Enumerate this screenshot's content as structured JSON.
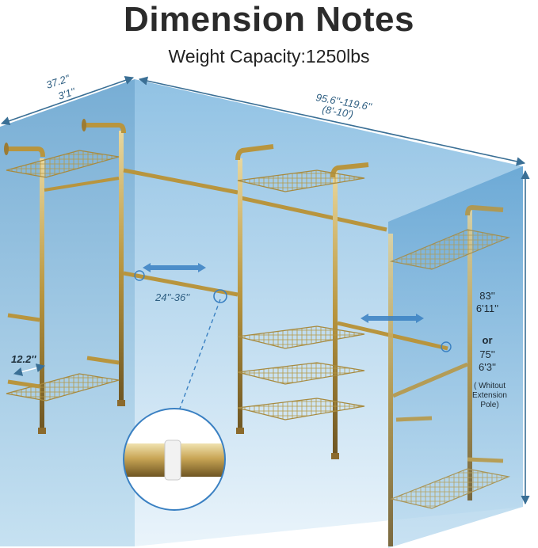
{
  "title": "Dimension Notes",
  "subtitle": "Weight Capacity:1250lbs",
  "dimensions": {
    "depth_in": "37.2''",
    "depth_ft": "3'1''",
    "width_in": "95.6''-119.6''",
    "width_ft": "(8'-10')",
    "shelf_depth": "12.2''",
    "rod_adjust": "24''-36''",
    "height_in_a": "83''",
    "height_ft_a": "6'11''",
    "height_or": "or",
    "height_in_b": "75''",
    "height_ft_b": "6'3''",
    "height_note_1": "( Whitout",
    "height_note_2": "Extension",
    "height_note_3": "Pole)"
  },
  "colors": {
    "panel_blue": "#8fc0e0",
    "dim_line": "#3a6f95",
    "frame_gold": "#c9a655"
  }
}
